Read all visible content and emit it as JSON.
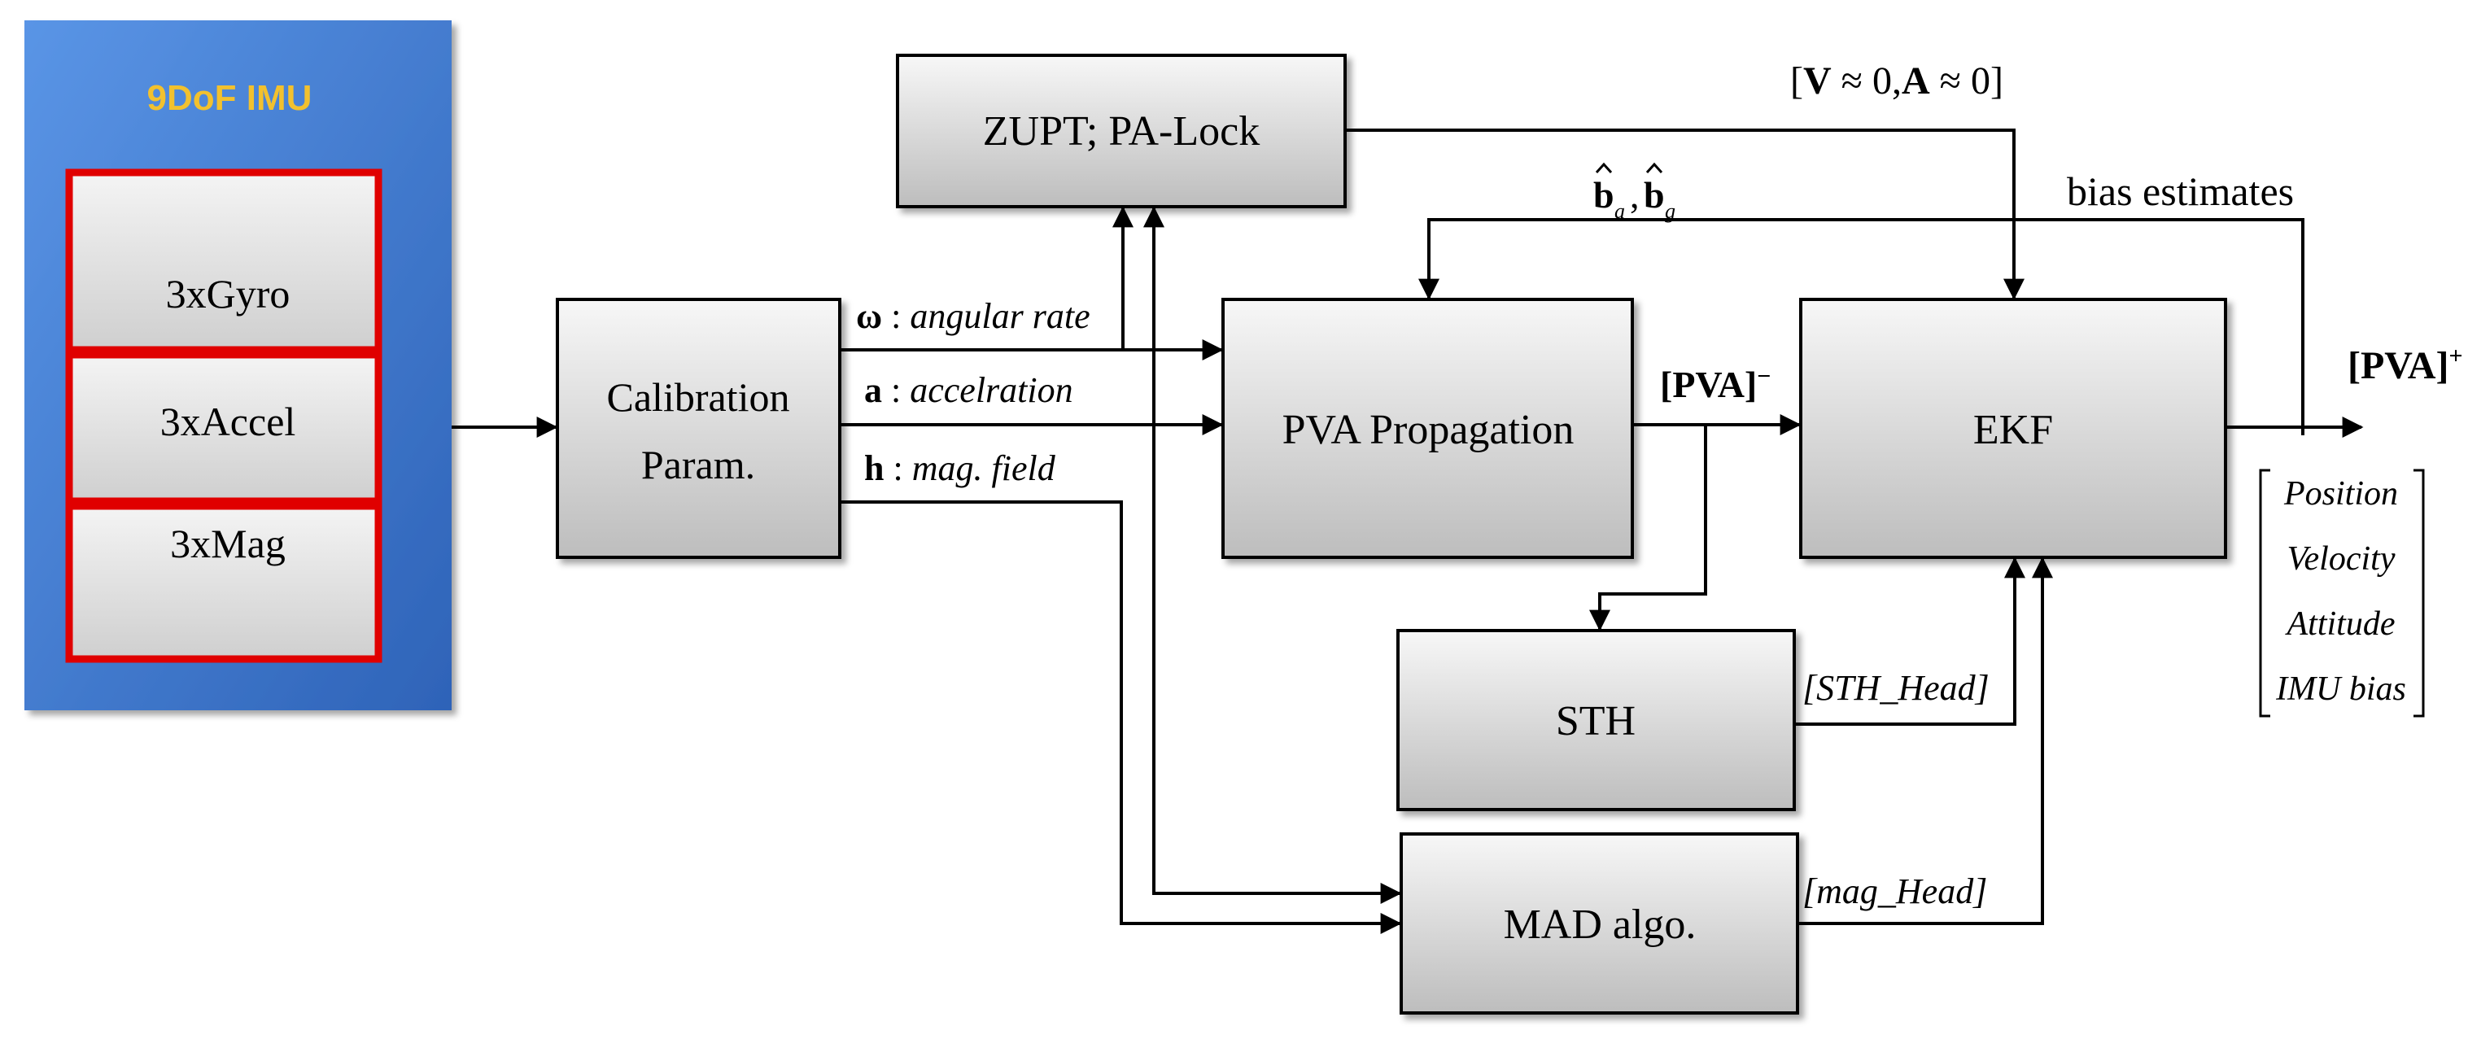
{
  "imu": {
    "title": "9DoF IMU",
    "sensors": [
      "3xGyro",
      "3xAccel",
      "3xMag"
    ]
  },
  "blocks": {
    "calibration": [
      "Calibration",
      "Param."
    ],
    "zupt": "ZUPT; PA-Lock",
    "pva": "PVA Propagation",
    "ekf": "EKF",
    "sth": "STH",
    "mad": "MAD algo."
  },
  "signals": {
    "omega_symbol": "ω",
    "omega_label": "angular rate",
    "a_symbol": "a",
    "a_label": "accelration",
    "h_symbol": "h",
    "h_label": "mag. field",
    "zupt_condition_open": "[",
    "zupt_v": "V",
    "zupt_approx1": "≈ 0,",
    "zupt_a": "A",
    "zupt_approx2": "≈ 0]",
    "bias_b1": "b",
    "bias_sub1": "a",
    "bias_comma": ",",
    "bias_b2": "b",
    "bias_sub2": "g",
    "bias_estimates": "bias estimates",
    "pva_minus": "[PVA]",
    "pva_minus_sup": "−",
    "pva_plus": "[PVA]",
    "pva_plus_sup": "+",
    "sth_head": "[STH_Head]",
    "mag_head": "[mag_Head]"
  },
  "output_states": [
    "Position",
    "Velocity",
    "Attitude",
    "IMU bias"
  ],
  "colors": {
    "imu_blue": "#3f7fd6",
    "imu_title": "#f2c12e",
    "sensor_border": "#e00000"
  }
}
